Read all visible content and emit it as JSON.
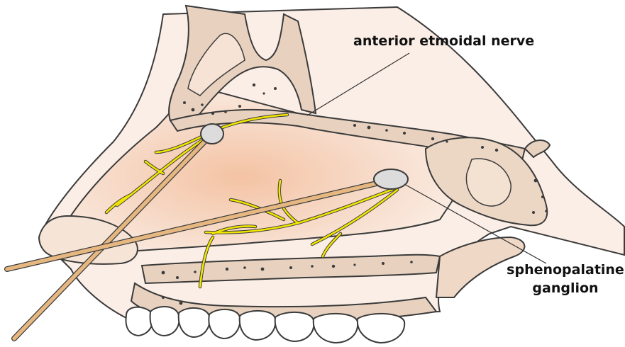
{
  "labels": {
    "anterior_ethmoidal_nerve": "anterior etmoidal nerve",
    "sphenopalatine_line1": "sphenopalatine",
    "sphenopalatine_line2": "ganglion"
  },
  "colors": {
    "tissue": "#f3d8c6",
    "bone": "#e8d2bf",
    "nerve": "#f2e600",
    "applicator": "#e6b780",
    "cotton": "#dcdcdc",
    "outline": "#3b3b3b"
  }
}
